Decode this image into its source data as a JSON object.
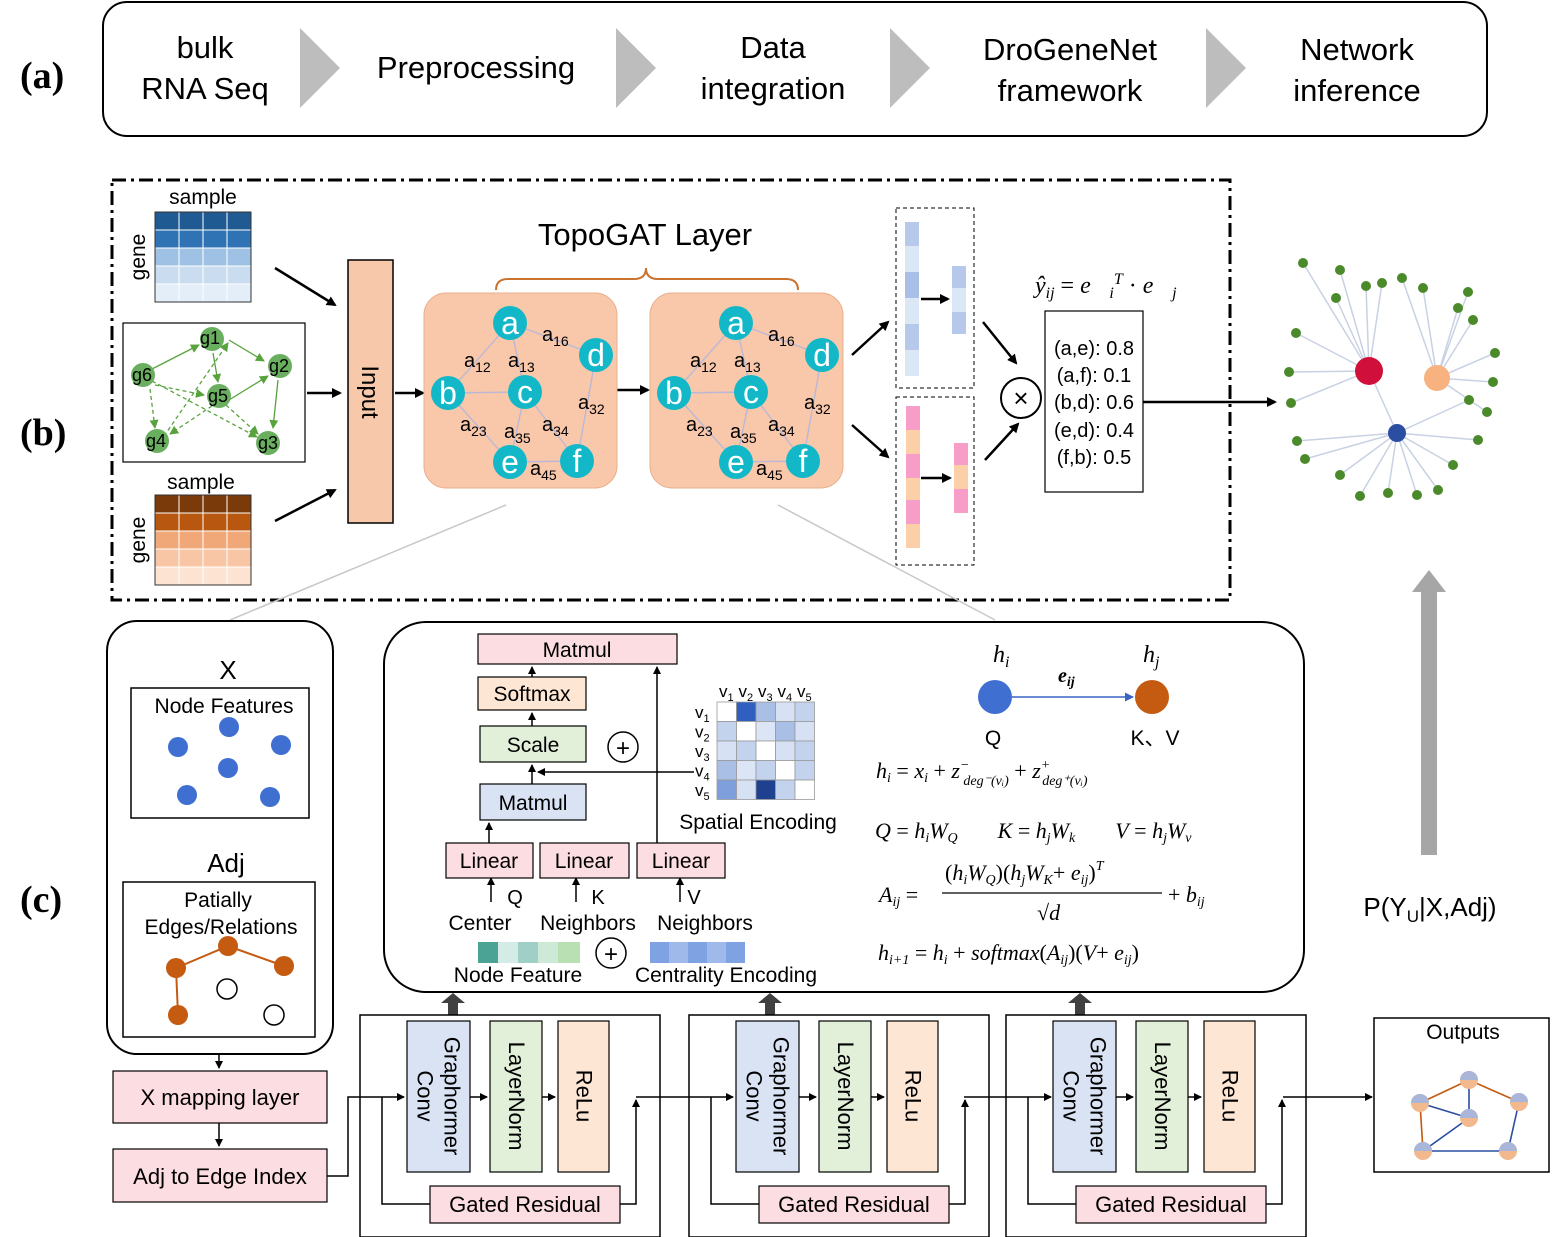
{
  "panel_labels": {
    "a": "(a)",
    "b": "(b)",
    "c": "(c)"
  },
  "pipeline": {
    "steps": [
      [
        "bulk",
        "RNA Seq"
      ],
      [
        "Preprocessing"
      ],
      [
        "Data",
        "integration"
      ],
      [
        "DroGeneNet",
        "framework"
      ],
      [
        "Network",
        "inference"
      ]
    ]
  },
  "panel_b": {
    "matrix_top": {
      "col_label": "sample",
      "row_label": "gene"
    },
    "matrix_bottom": {
      "col_label": "sample",
      "row_label": "gene"
    },
    "gene_graph": {
      "nodes": [
        "g1",
        "g2",
        "g3",
        "g4",
        "g5",
        "g6"
      ]
    },
    "input_label": "Input",
    "topogat_title": "TopoGAT Layer",
    "graph_nodes": [
      "a",
      "b",
      "c",
      "d",
      "e",
      "f"
    ],
    "edge_labels": [
      "a16",
      "a12",
      "a13",
      "a32",
      "a23",
      "a35",
      "a34",
      "a45"
    ],
    "formula": "ŷij = eiT · ej",
    "multiply_symbol": "×",
    "scores": [
      "(a,e): 0.8",
      "(a,f): 0.1",
      "(b,d): 0.6",
      "(e,d): 0.4",
      "(f,b): 0.5"
    ],
    "colors": {
      "node": "#12b7c8",
      "graph_bg": "#f9c7aa",
      "input_box": "#f7c8aa",
      "hub_red": "#d0103a",
      "hub_orange": "#f7b27f",
      "hub_blue": "#2b4ea2",
      "leaf": "#4a8a2a"
    }
  },
  "panel_c": {
    "left_box": {
      "x_title": "X",
      "node_features": "Node Features",
      "adj_title": "Adj",
      "partial_edges": [
        "Patially",
        "Edges/Relations"
      ]
    },
    "x_mapping": "X mapping layer",
    "adj_to_edge": "Adj to Edge Index",
    "transformer": {
      "matmul_top": "Matmul",
      "softmax": "Softmax",
      "scale": "Scale",
      "matmul_bottom": "Matmul",
      "linear": "Linear",
      "q": "Q",
      "k": "K",
      "v": "V",
      "center": "Center",
      "neighbors": "Neighbors",
      "node_feature": "Node Feature",
      "centrality_encoding": "Centrality Encoding",
      "spatial_encoding": "Spatial Encoding",
      "matrix_labels": [
        "v1",
        "v2",
        "v3",
        "v4",
        "v5"
      ],
      "plus": "+"
    },
    "attention_diagram": {
      "hi": "hi",
      "hj": "hj",
      "eij": "eij",
      "q_label": "Q",
      "kv_label": "K、V"
    },
    "equations": [
      "hi = xi + z−deg−(vi) + z+deg+(vi)",
      "Q = hiWQ    K = hjWk    V = hjWv",
      "Aij = (hiWQ)(hjWK + eij)T / √d + bij",
      "hi+1 = hi + softmax(Aij)(V+ eij)"
    ],
    "blocks": {
      "graphormer": [
        "Graphormer",
        "Conv"
      ],
      "layernorm": "LayerNorm",
      "relu": "ReLu",
      "gated_residual": "Gated Residual"
    },
    "outputs": "Outputs",
    "probability": "P(YU|X,Adj)"
  }
}
